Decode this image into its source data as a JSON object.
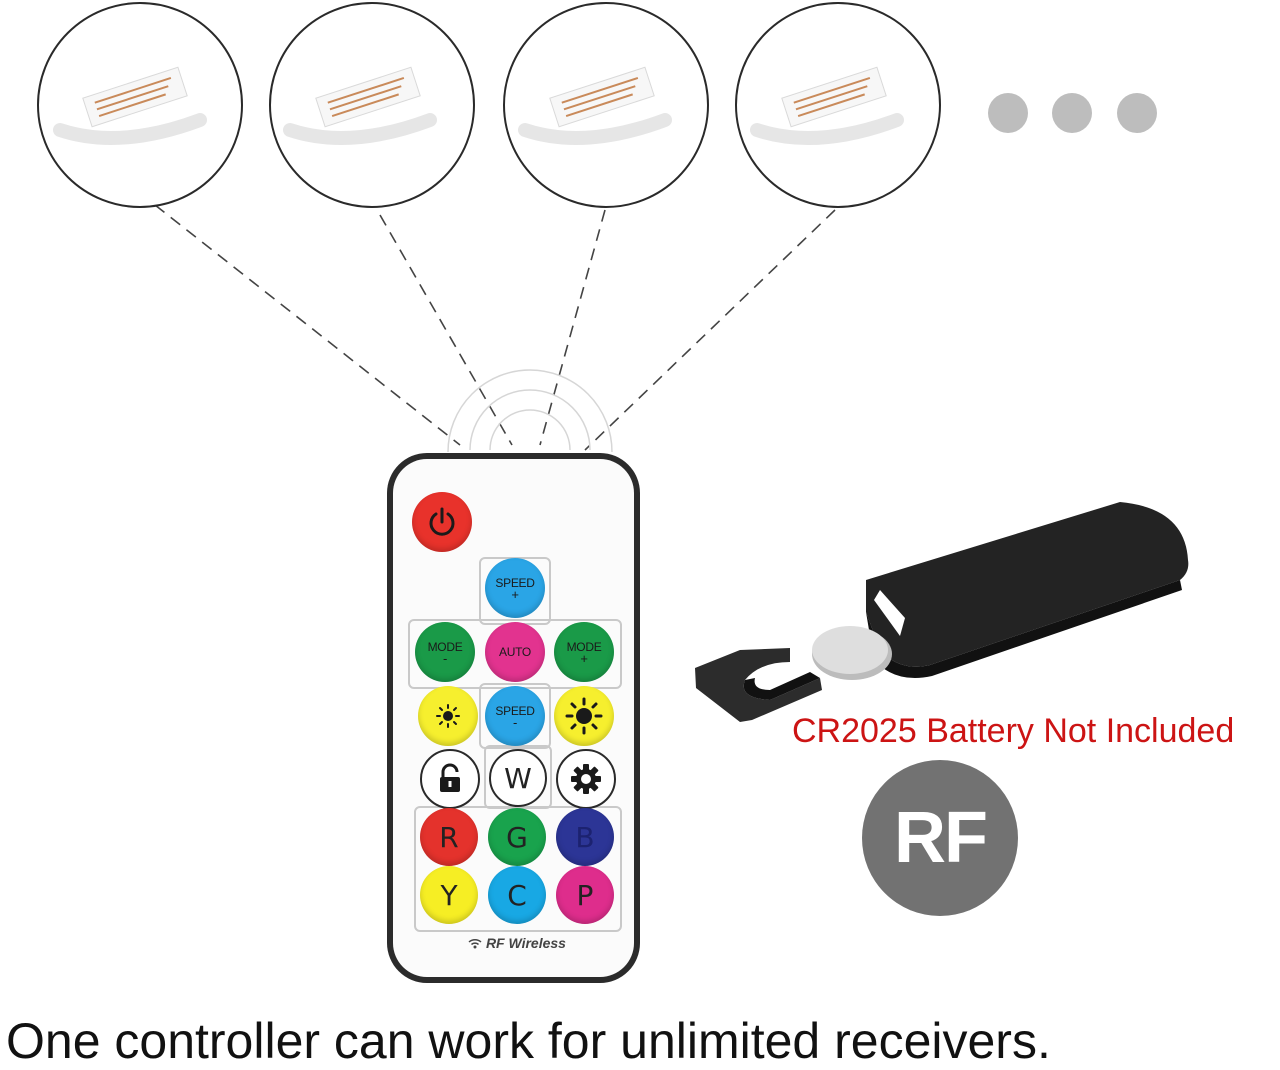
{
  "caption": "One controller can work for unlimited receivers.",
  "battery_note": "CR2025 Battery Not Included",
  "rf_badge": "RF",
  "remote": {
    "footer": "RF Wireless",
    "buttons": {
      "speed_up": {
        "label": "SPEED",
        "sign": "+"
      },
      "mode_down": {
        "label": "MODE",
        "sign": "-"
      },
      "auto": {
        "label": "AUTO"
      },
      "mode_up": {
        "label": "MODE",
        "sign": "+"
      },
      "speed_down": {
        "label": "SPEED",
        "sign": "-"
      },
      "white": {
        "label": "W"
      },
      "red": {
        "label": "R"
      },
      "green": {
        "label": "G"
      },
      "blue": {
        "label": "B"
      },
      "yellow": {
        "label": "Y"
      },
      "cyan": {
        "label": "C"
      },
      "purple": {
        "label": "P"
      }
    }
  },
  "colors": {
    "power": "#e8322b",
    "speed": "#2aa5e6",
    "mode": "#1a9a48",
    "auto": "#e2338f",
    "brightness": "#f6ef2e",
    "red": "#e4322c",
    "green": "#19a34d",
    "blue": "#2c3596",
    "yellow": "#f6ee24",
    "cyan": "#18a8e4",
    "purple": "#de2d8c",
    "note": "#cc1414",
    "badge": "#727272"
  }
}
